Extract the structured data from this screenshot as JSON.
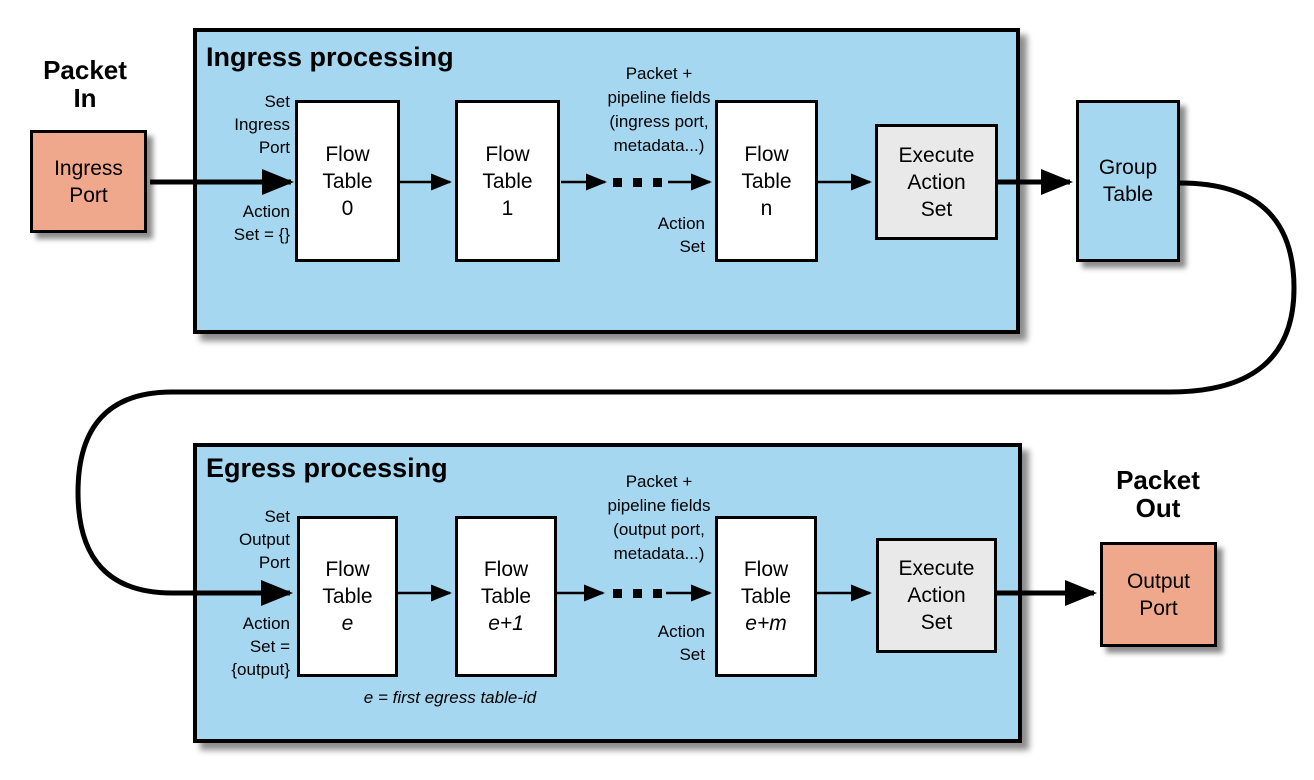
{
  "colors": {
    "process_box_blue": "#A5D7F1",
    "port_box_salmon": "#F0A88C",
    "execute_box_gray": "#E9E9E9",
    "line_black": "#000000"
  },
  "packet_in_label": "Packet In",
  "packet_out_label": "Packet Out",
  "ingress_port_box": "Ingress Port",
  "output_port_box": "Output Port",
  "group_table_box": "Group Table",
  "ingress": {
    "title": "Ingress processing",
    "set_port_note": "Set Ingress Port",
    "action_set_note": "Action Set = {}",
    "pipeline_note": "Packet + pipeline fields (ingress port, metadata...)",
    "mid_action_set_note": "Action Set",
    "tables": [
      {
        "label": "Flow Table",
        "id": "0"
      },
      {
        "label": "Flow Table",
        "id": "1"
      },
      {
        "label": "Flow Table",
        "id": "n"
      }
    ],
    "execute_box": "Execute Action Set"
  },
  "egress": {
    "title": "Egress processing",
    "set_port_note": "Set Output Port",
    "action_set_note": "Action Set = {output}",
    "pipeline_note": "Packet + pipeline fields (output port, metadata...)",
    "mid_action_set_note": "Action Set",
    "tables": [
      {
        "label": "Flow Table",
        "id": "e"
      },
      {
        "label": "Flow Table",
        "id": "e+1"
      },
      {
        "label": "Flow Table",
        "id": "e+m"
      }
    ],
    "execute_box": "Execute Action Set",
    "footnote": "e = first egress table-id"
  }
}
